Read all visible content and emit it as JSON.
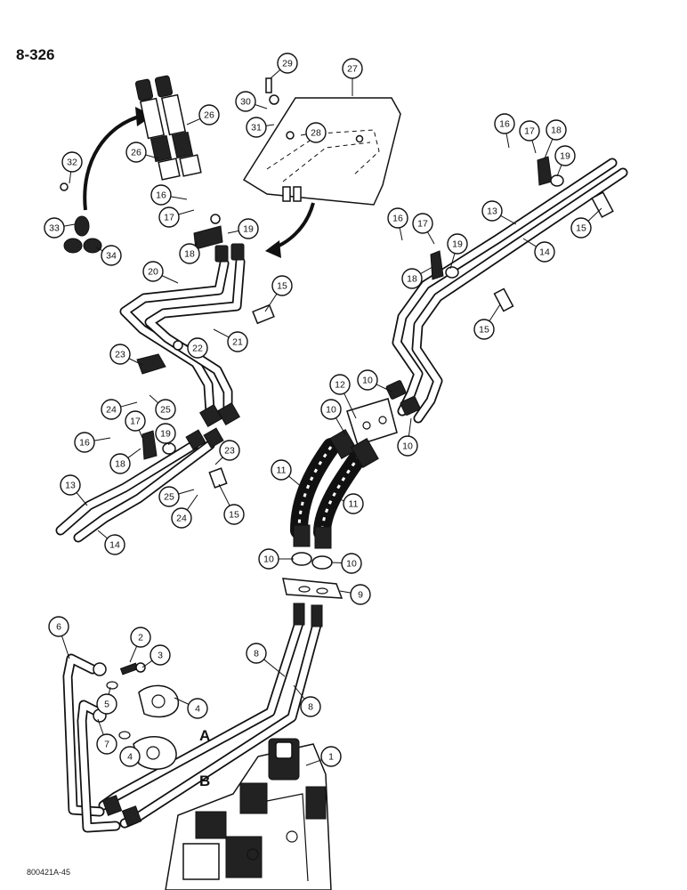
{
  "page": {
    "page_number": "8-326",
    "catalog_code": "800421A-45"
  },
  "ports": [
    "A",
    "B"
  ],
  "callouts": [
    "1",
    "2",
    "3",
    "4",
    "5",
    "6",
    "7",
    "8",
    "9",
    "10",
    "11",
    "12",
    "13",
    "14",
    "15",
    "16",
    "17",
    "18",
    "19",
    "20",
    "21",
    "22",
    "23",
    "24",
    "25",
    "26",
    "27",
    "28",
    "29",
    "30",
    "31",
    "32",
    "33",
    "34"
  ]
}
